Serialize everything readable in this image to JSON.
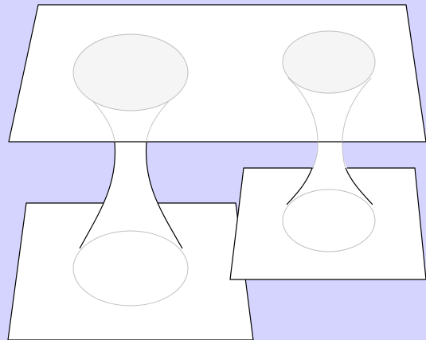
{
  "diagram": {
    "description_visible_text": "",
    "colors": {
      "background": "#d4d4fe",
      "sheet_fill": "#ffffff",
      "sheet_stroke": "#000000",
      "hidden_line": "#c4c4c4",
      "mouth_fill": "#f5f5f5"
    },
    "elements": {
      "upper_sheet": "upper-sheet",
      "lower_left_sheet": "lower-left-sheet",
      "lower_right_sheet": "lower-right-sheet",
      "left_wormhole": "left-wormhole-throat",
      "right_wormhole": "right-wormhole-throat"
    }
  }
}
